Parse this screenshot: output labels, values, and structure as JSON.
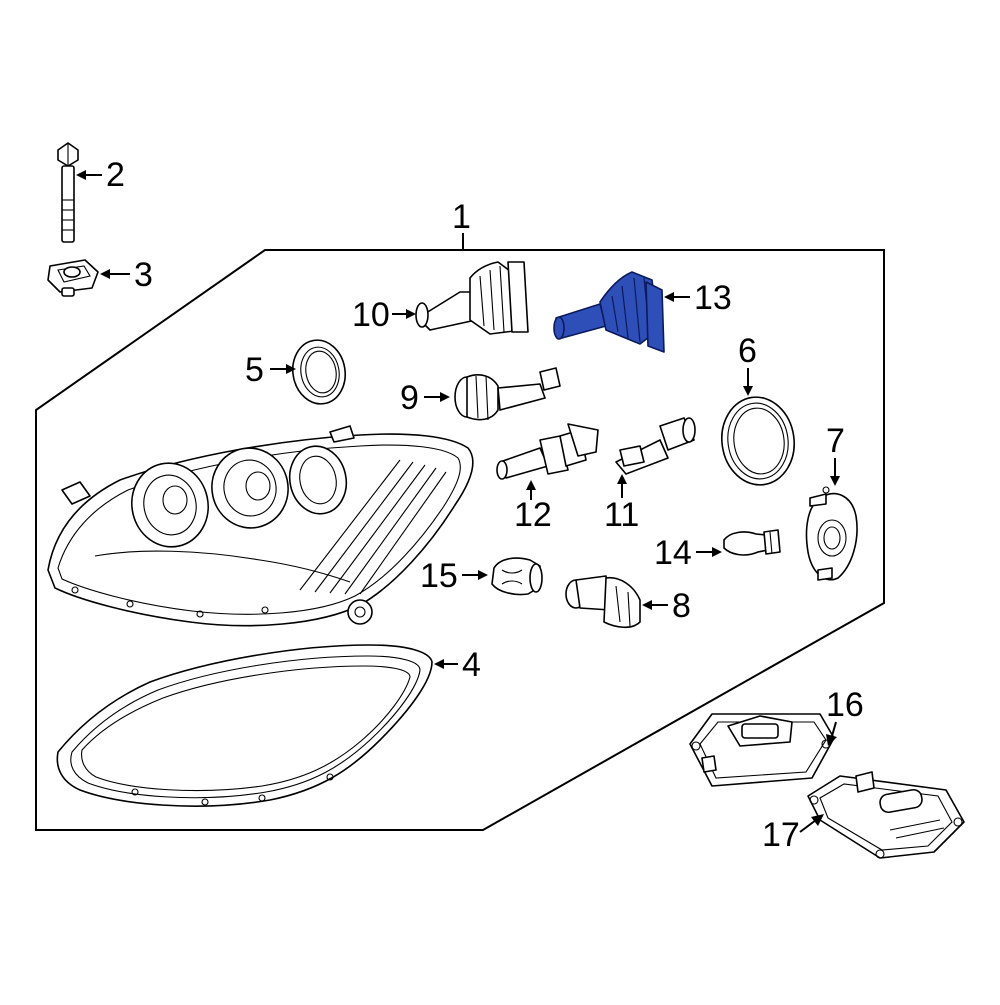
{
  "diagram": {
    "highlight_color": "#2f4fb8",
    "line_color": "#000000",
    "background": "#ffffff",
    "callouts": {
      "c1": "1",
      "c2": "2",
      "c3": "3",
      "c4": "4",
      "c5": "5",
      "c6": "6",
      "c7": "7",
      "c8": "8",
      "c9": "9",
      "c10": "10",
      "c11": "11",
      "c12": "12",
      "c13": "13",
      "c14": "14",
      "c15": "15",
      "c16": "16",
      "c17": "17"
    },
    "highlighted_part": "13"
  }
}
